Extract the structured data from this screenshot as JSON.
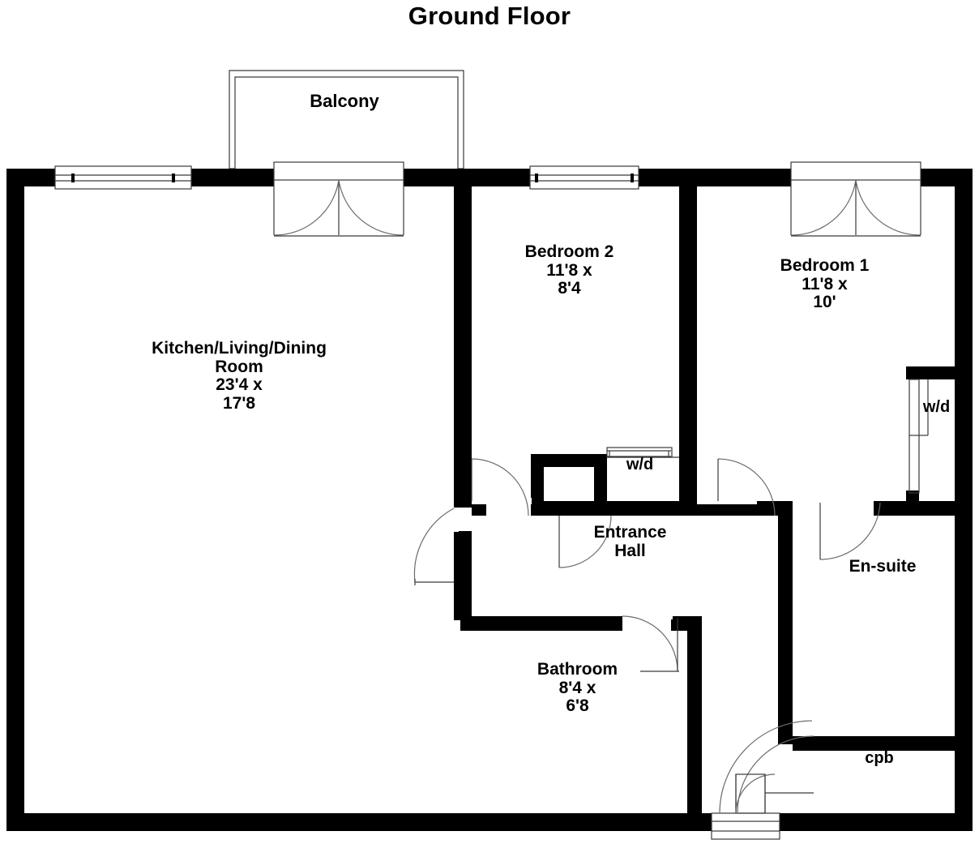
{
  "document": {
    "title": "Ground Floor",
    "type": "floor-plan"
  },
  "colors": {
    "wall": "#000000",
    "background": "#ffffff",
    "thin_line": "#3a3a3a",
    "door_swing": "#6b6b6b",
    "text": "#000000"
  },
  "rooms": {
    "balcony": {
      "name": "Balcony",
      "label": "Balcony"
    },
    "kitchen_living_dining": {
      "name": "Kitchen/Living/Dining Room",
      "label": "Kitchen/Living/Dining\nRoom\n23'4 x\n17'8",
      "dimensions": "23'4 x 17'8",
      "width": "23'4",
      "depth": "17'8"
    },
    "bedroom_2": {
      "name": "Bedroom 2",
      "label": "Bedroom 2\n11'8 x\n8'4",
      "dimensions": "11'8 x 8'4",
      "width": "11'8",
      "depth": "8'4"
    },
    "bedroom_1": {
      "name": "Bedroom 1",
      "label": "Bedroom 1\n11'8 x\n10'",
      "dimensions": "11'8 x 10'",
      "width": "11'8",
      "depth": "10'"
    },
    "entrance_hall": {
      "name": "Entrance Hall",
      "label": "Entrance\nHall"
    },
    "bathroom": {
      "name": "Bathroom",
      "label": "Bathroom\n8'4 x\n6'8",
      "dimensions": "8'4 x 6'8",
      "width": "8'4",
      "depth": "6'8"
    },
    "en_suite": {
      "name": "En-suite",
      "label": "En-suite"
    },
    "washer_dryer_bedroom1": {
      "name": "Washer/Dryer closet",
      "label": "w/d"
    },
    "washer_dryer_hall": {
      "name": "Washer/Dryer closet",
      "label": "w/d"
    },
    "cupboard": {
      "name": "Cupboard",
      "label": "cpb"
    }
  },
  "features": {
    "windows": [
      {
        "id": "window-living-north",
        "wall": "north",
        "room": "Kitchen/Living/Dining Room"
      },
      {
        "id": "window-bedroom2-north",
        "wall": "north",
        "room": "Bedroom 2"
      }
    ],
    "doors": [
      {
        "id": "french-doors-living",
        "type": "double-french",
        "room": "Kitchen/Living/Dining Room"
      },
      {
        "id": "french-doors-bedroom1",
        "type": "double-french",
        "room": "Bedroom 1"
      },
      {
        "id": "door-living-hall",
        "type": "single-swing",
        "room": "Kitchen/Living/Dining Room"
      },
      {
        "id": "door-bedroom2-hall",
        "type": "single-swing",
        "room": "Bedroom 2"
      },
      {
        "id": "door-bedroom1-hall",
        "type": "single-swing",
        "room": "Bedroom 1"
      },
      {
        "id": "door-ensuite",
        "type": "single-swing",
        "room": "En-suite"
      },
      {
        "id": "door-bathroom",
        "type": "single-swing",
        "room": "Bathroom"
      },
      {
        "id": "door-cupboard",
        "type": "single-swing",
        "room": "Cupboard"
      },
      {
        "id": "door-front-entrance",
        "type": "single-swing",
        "room": "Entrance Hall"
      },
      {
        "id": "door-wd-bedroom1",
        "type": "sliding",
        "room": "Washer/Dryer closet"
      },
      {
        "id": "door-wd-hall",
        "type": "sliding",
        "room": "Washer/Dryer closet"
      }
    ]
  }
}
